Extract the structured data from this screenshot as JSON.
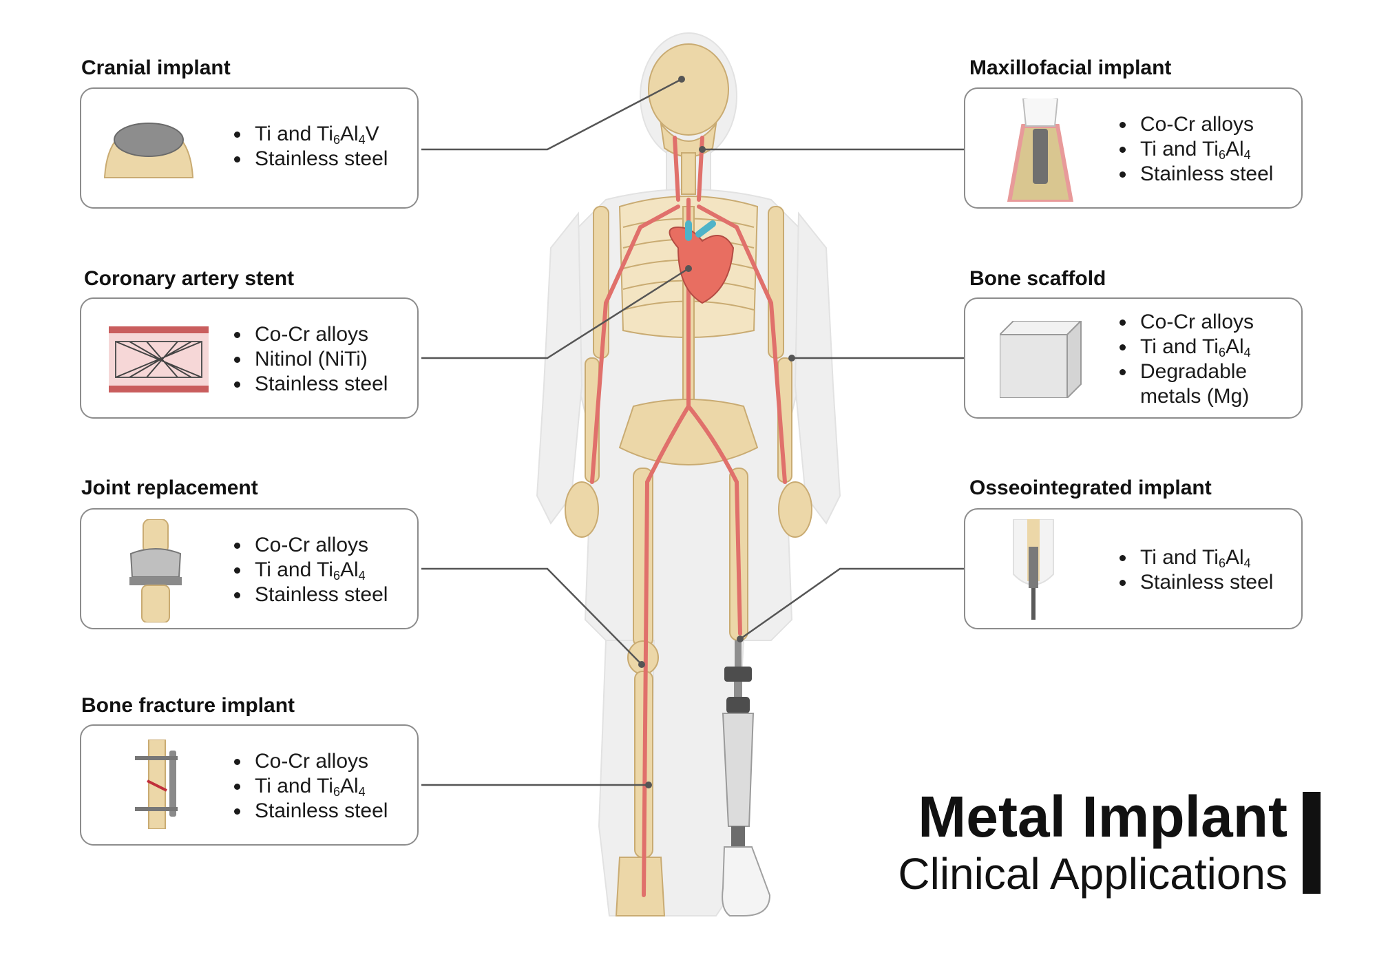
{
  "figure": {
    "title": "Metal Implant",
    "subtitle": "Clinical Applications"
  },
  "panels": {
    "cranial": {
      "title": "Cranial implant",
      "icon": "skull-cap-mesh-icon",
      "materials": [
        {
          "base": "Ti and Ti",
          "sub1": "6",
          "mid": "Al",
          "sub2": "4",
          "tail": "V"
        },
        {
          "base": "Stainless steel"
        }
      ]
    },
    "maxillofacial": {
      "title": "Maxillofacial implant",
      "icon": "dental-implant-icon",
      "materials": [
        {
          "base": "Co-Cr alloys"
        },
        {
          "base": "Ti and Ti",
          "sub1": "6",
          "mid": "Al",
          "sub2": "4",
          "tail": ""
        },
        {
          "base": "Stainless steel"
        }
      ]
    },
    "stent": {
      "title": "Coronary artery stent",
      "icon": "stent-icon",
      "materials": [
        {
          "base": "Co-Cr alloys"
        },
        {
          "base": "Nitinol (NiTi)"
        },
        {
          "base": "Stainless steel"
        }
      ]
    },
    "scaffold": {
      "title": "Bone scaffold",
      "icon": "porous-cube-icon",
      "materials": [
        {
          "base": "Co-Cr alloys"
        },
        {
          "base": "Ti and Ti",
          "sub1": "6",
          "mid": "Al",
          "sub2": "4",
          "tail": ""
        },
        {
          "base": "Degradable metals (Mg)"
        }
      ]
    },
    "joint": {
      "title": "Joint replacement",
      "icon": "knee-prosthesis-icon",
      "materials": [
        {
          "base": "Co-Cr alloys"
        },
        {
          "base": "Ti and Ti",
          "sub1": "6",
          "mid": "Al",
          "sub2": "4",
          "tail": ""
        },
        {
          "base": "Stainless steel"
        }
      ]
    },
    "osseo": {
      "title": "Osseointegrated implant",
      "icon": "osseointegrated-rod-icon",
      "materials": [
        {
          "base": "Ti and Ti",
          "sub1": "6",
          "mid": "Al",
          "sub2": "4",
          "tail": ""
        },
        {
          "base": "Stainless steel"
        }
      ]
    },
    "fracture": {
      "title": "Bone fracture implant",
      "icon": "fracture-plate-icon",
      "materials": [
        {
          "base": "Co-Cr alloys"
        },
        {
          "base": "Ti and Ti",
          "sub1": "6",
          "mid": "Al",
          "sub2": "4",
          "tail": ""
        },
        {
          "base": "Stainless steel"
        }
      ]
    }
  },
  "colors": {
    "bone": "#ecd7a8",
    "bone_outline": "#c9ab72",
    "artery": "#e0706b",
    "vein": "#4fb3c8",
    "body_silhouette": "#ececec",
    "leader_line": "#555555",
    "box_border": "#8c8c8c"
  }
}
